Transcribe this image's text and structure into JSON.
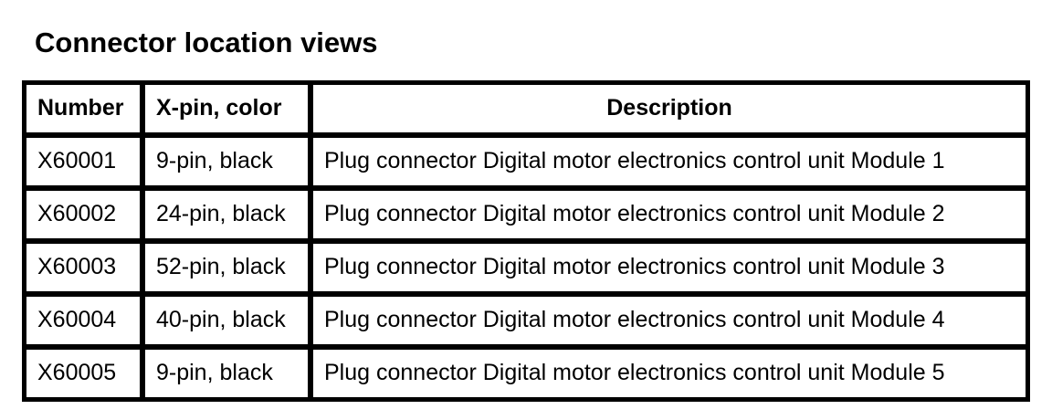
{
  "page": {
    "title": "Connector location views"
  },
  "colors": {
    "background": "#ffffff",
    "border": "#000000",
    "text": "#000000"
  },
  "table": {
    "columns": [
      "Number",
      "X-pin, color",
      "Description"
    ],
    "rows": [
      {
        "number": "X60001",
        "pin_color": "9-pin, black",
        "description": "Plug connector Digital motor electronics control unit Module 1"
      },
      {
        "number": "X60002",
        "pin_color": "24-pin, black",
        "description": "Plug connector Digital motor electronics control unit Module 2"
      },
      {
        "number": "X60003",
        "pin_color": "52-pin, black",
        "description": "Plug connector Digital motor electronics control unit Module 3"
      },
      {
        "number": "X60004",
        "pin_color": "40-pin, black",
        "description": "Plug connector Digital motor electronics control unit Module 4"
      },
      {
        "number": "X60005",
        "pin_color": "9-pin, black",
        "description": "Plug connector Digital motor electronics control unit Module 5"
      }
    ]
  }
}
